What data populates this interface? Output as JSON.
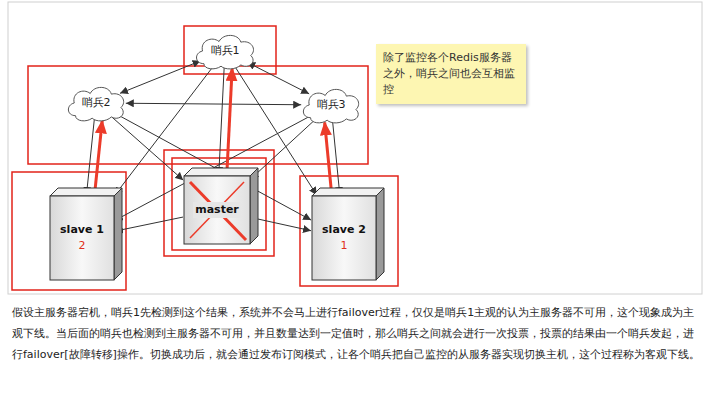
{
  "diagram": {
    "caption": "假设主服务器宕机，哨兵1先检测到这个结果，系统并不会马上进行failover过程，仅仅是哨兵1主观的认为主服务器不可用，这个现象成为主观下线。当后面的哨兵也检测到主服务器不可用，并且数量达到一定值时，那么哨兵之间就会进行一次投票，投票的结果由一个哨兵发起，进行failover[故障转移]操作。切换成功后，就会通过发布订阅模式，让各个哨兵把自己监控的从服务器实现切换主机，这个过程称为客观下线。",
    "nodes": [
      {
        "text": [
          "哨兵1"
        ]
      },
      {
        "text": [
          "除了监控各个Redis服务器之外，哨兵之间也会互相监控"
        ]
      },
      {
        "text": [
          "哨兵2"
        ]
      },
      {
        "text": [
          "哨兵3"
        ]
      },
      {
        "text": [
          "slave 1",
          "2"
        ]
      },
      {
        "text": [
          "master"
        ]
      },
      {
        "text": [
          "slave 2",
          "1"
        ]
      }
    ],
    "edges": [
      {
        "from": 0,
        "to": 2,
        "arrow": "both"
      },
      {
        "from": 0,
        "to": 3,
        "arrow": "both"
      },
      {
        "from": 2,
        "to": 3,
        "arrow": "both"
      },
      {
        "from": 0,
        "to": 4,
        "arrow": "to"
      },
      {
        "from": 0,
        "to": 5,
        "arrow": "to"
      },
      {
        "from": 0,
        "to": 6,
        "arrow": "to"
      },
      {
        "from": 2,
        "to": 4,
        "arrow": "to"
      },
      {
        "from": 2,
        "to": 5,
        "arrow": "to"
      },
      {
        "from": 2,
        "to": 6,
        "arrow": "to"
      },
      {
        "from": 3,
        "to": 4,
        "arrow": "to"
      },
      {
        "from": 3,
        "to": 5,
        "arrow": "to"
      },
      {
        "from": 3,
        "to": 6,
        "arrow": "to"
      },
      {
        "from": 5,
        "to": 4,
        "arrow": "to"
      },
      {
        "from": 5,
        "to": 6,
        "arrow": "to"
      },
      {
        "from": 5,
        "to": 0,
        "arrow": "to"
      },
      {
        "from": 4,
        "to": 2,
        "arrow": "to"
      },
      {
        "from": 6,
        "to": 3,
        "arrow": "to"
      }
    ]
  }
}
